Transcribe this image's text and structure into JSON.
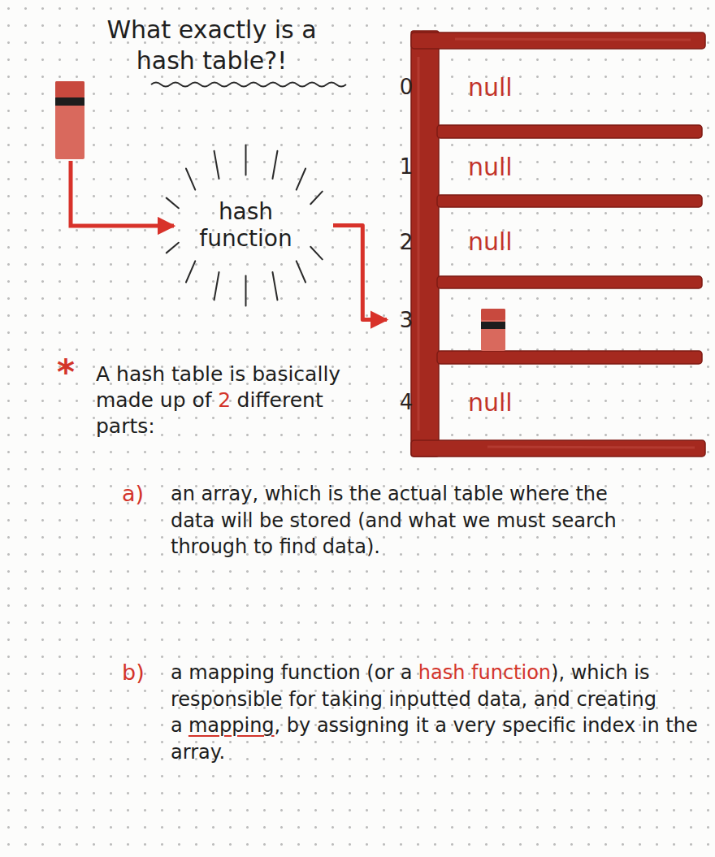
{
  "diagram": {
    "title": "What exactly is a hash table?!",
    "nodes": [
      {
        "text": [
          "hash function"
        ]
      },
      {
        "text": [
          "0",
          "null"
        ]
      },
      {
        "text": [
          "1",
          "null"
        ]
      },
      {
        "text": [
          "2",
          "null"
        ]
      },
      {
        "text": [
          "3"
        ]
      },
      {
        "text": [
          "4",
          "null"
        ]
      }
    ],
    "edges": [
      {
        "from": 0,
        "to": 4,
        "arrow": "to"
      }
    ],
    "labels": [
      "*",
      "A hash table is basically made up of",
      "2",
      "different parts:",
      "a)",
      "an array, which is the actual table where the data will be stored (and what we must search through to find data).",
      "b)",
      "a mapping function (or a",
      "hash function",
      "), which is responsible for taking inputted data, and creating a",
      "mapping",
      ", by assigning it a very specific index in the array."
    ]
  }
}
